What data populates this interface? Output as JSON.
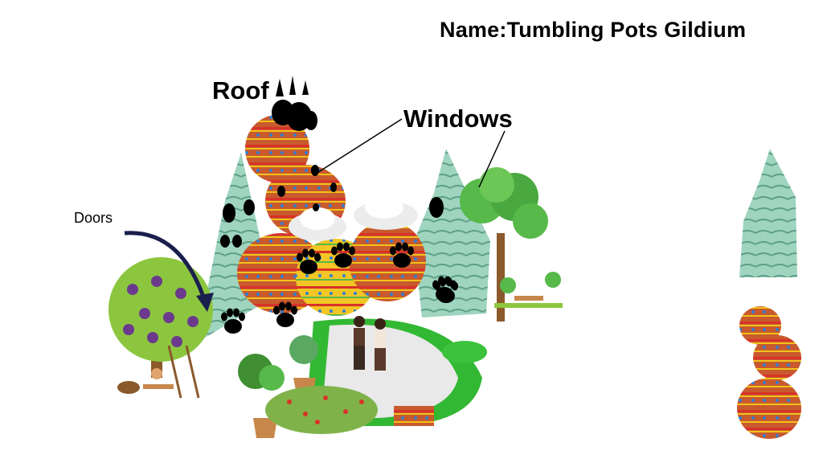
{
  "header": {
    "title": "Name:Tumbling Pots Gildium"
  },
  "labels": {
    "roof": "Roof",
    "windows": "Windows",
    "doors": "Doors"
  },
  "colors": {
    "pot": "#c85a2e",
    "pot_band_red": "#d8332a",
    "pot_band_yellow": "#f2c21a",
    "pot_dot_blue": "#2d7fd6",
    "pot_yellow": "#f3c625",
    "shell": "#8fc9b3",
    "foliage": "#56b94a",
    "plum_tree": "#8cc63f",
    "plum": "#6b3a8c",
    "green_ribbon": "#33b833",
    "arrow": "#1a1f4d",
    "paw": "#000000",
    "text": "#000000"
  },
  "icons": [
    "pot-stack-icon",
    "seashell-tower-icon",
    "paw-window-icon",
    "plum-tree-icon",
    "park-tree-icon",
    "couple-icon",
    "potted-plant-icon",
    "hedge-icon",
    "curved-arrow-icon"
  ]
}
